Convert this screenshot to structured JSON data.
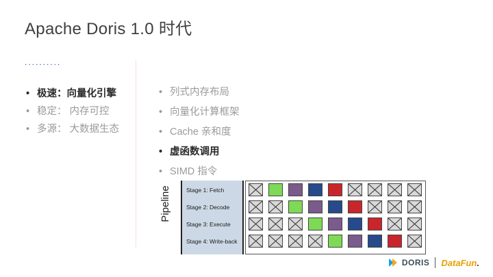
{
  "title": "Apache Doris 1.0 时代",
  "dots": "..........",
  "left_list": [
    {
      "label": "极速：向量化引擎",
      "active": true
    },
    {
      "label": "稳定：  内存可控",
      "active": false
    },
    {
      "label": "多源：  大数据生态",
      "active": false
    }
  ],
  "right_list": [
    {
      "label": "列式内存布局",
      "active": false
    },
    {
      "label": "向量化计算框架",
      "active": false
    },
    {
      "label": "Cache 亲和度",
      "active": false
    },
    {
      "label": "虚函数调用",
      "active": true
    },
    {
      "label": "SIMD 指令",
      "active": false
    }
  ],
  "pipeline": {
    "label": "Pipeline",
    "stages": [
      "Stage 1: Fetch",
      "Stage 2: Decode",
      "Stage 3: Execute",
      "Stage 4: Write-back"
    ],
    "colors": {
      "green": "#7ed957",
      "purple": "#7b5a8c",
      "blue": "#274a8c",
      "red": "#c9262c",
      "empty": "#d9d9d9"
    },
    "cells": [
      [
        "empty",
        "green",
        "purple",
        "blue",
        "red",
        "empty",
        "empty",
        "empty",
        "empty"
      ],
      [
        "empty",
        "empty",
        "green",
        "purple",
        "blue",
        "red",
        "empty",
        "empty",
        "empty"
      ],
      [
        "empty",
        "empty",
        "empty",
        "green",
        "purple",
        "blue",
        "red",
        "empty",
        "empty"
      ],
      [
        "empty",
        "empty",
        "empty",
        "empty",
        "green",
        "purple",
        "blue",
        "red",
        "empty"
      ]
    ]
  },
  "footer": {
    "doris": "DORIS",
    "datafun_a": "DataFun",
    "datafun_b": "."
  }
}
